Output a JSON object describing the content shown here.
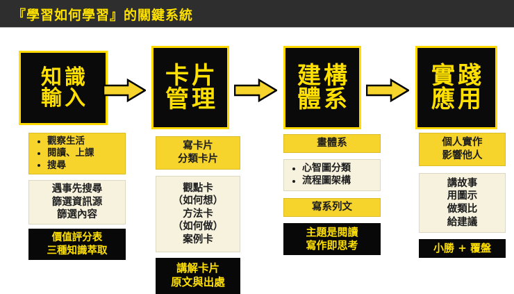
{
  "header": {
    "title": "『學習如何學習』的關鍵系統",
    "bar_color": "#2e2e2e",
    "title_color": "#ffe200"
  },
  "palette": {
    "yellow": "#f7d42b",
    "cream": "#f6f2dd",
    "black": "#080808",
    "heading_text": "#ffe000",
    "arrow_fill": "#f7d42b",
    "arrow_stroke": "#000000"
  },
  "arrows": [
    {
      "name": "arrow-stage1-to-stage2",
      "glyph": "right-arrow"
    },
    {
      "name": "arrow-stage2-to-stage3",
      "glyph": "right-arrow"
    },
    {
      "name": "arrow-stage3-to-stage4",
      "glyph": "right-arrow"
    }
  ],
  "columns": [
    {
      "id": "knowledge-input",
      "heading": {
        "lines": [
          "知識",
          "輸入"
        ]
      },
      "boxes": [
        {
          "style": "yellow",
          "bullets": true,
          "lines": [
            "觀察生活",
            "閱讀、上課",
            "搜尋"
          ]
        },
        {
          "style": "cream",
          "bullets": false,
          "lines": [
            "遇事先搜尋",
            "篩選資訊源",
            "篩選內容"
          ]
        },
        {
          "style": "black",
          "bullets": false,
          "lines": [
            "價值評分表",
            "三種知識萃取"
          ]
        }
      ]
    },
    {
      "id": "card-management",
      "heading": {
        "lines": [
          "卡片",
          "管理"
        ]
      },
      "boxes": [
        {
          "style": "yellow",
          "bullets": false,
          "lines": [
            "寫卡片",
            "分類卡片"
          ]
        },
        {
          "style": "cream",
          "bullets": false,
          "lines": [
            "觀點卡",
            "（如何想）",
            "方法卡",
            "（如何做）",
            "案例卡"
          ]
        },
        {
          "style": "black",
          "bullets": false,
          "lines": [
            "講解卡片",
            "原文與出處"
          ]
        }
      ]
    },
    {
      "id": "build-system",
      "heading": {
        "lines": [
          "建構",
          "體系"
        ]
      },
      "boxes": [
        {
          "style": "yellow",
          "bullets": false,
          "lines": [
            "畫體系"
          ]
        },
        {
          "style": "cream",
          "bullets": true,
          "lines": [
            "心智圖分類",
            "流程圖架構"
          ]
        },
        {
          "style": "yellow",
          "bullets": false,
          "lines": [
            "寫系列文"
          ]
        },
        {
          "style": "black",
          "bullets": false,
          "lines": [
            "主題是閱讀",
            "寫作即思考"
          ]
        }
      ]
    },
    {
      "id": "practice-apply",
      "heading": {
        "lines": [
          "實踐",
          "應用"
        ]
      },
      "boxes": [
        {
          "style": "yellow",
          "bullets": false,
          "lines": [
            "個人實作",
            "影響他人"
          ]
        },
        {
          "style": "cream",
          "bullets": false,
          "lines": [
            "講故事",
            "用圖示",
            "做類比",
            "給建議"
          ]
        },
        {
          "style": "black",
          "bullets": false,
          "lines": [
            "小勝 + 覆盤"
          ]
        }
      ]
    }
  ]
}
